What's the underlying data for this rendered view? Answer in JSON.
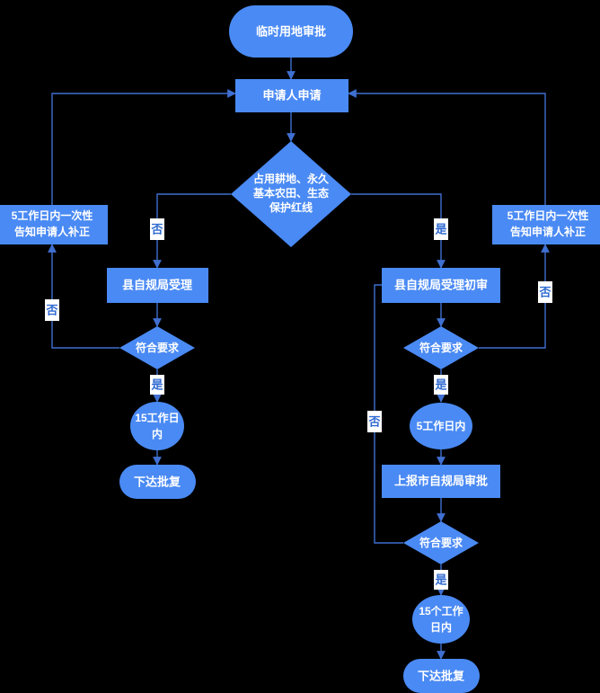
{
  "diagram": {
    "title": "临时用地审批",
    "background_color": "#000000",
    "node_fill": "#4a8af4",
    "node_text_color": "#ffffff",
    "connector_color": "#3f6fd0",
    "label_text_color": "#2f6ad1",
    "label_bg_color": "#ffffff"
  },
  "nodes": {
    "start": {
      "label": "临时用地审批",
      "shape": "rounded-terminator"
    },
    "apply": {
      "label": "申请人申请",
      "shape": "rectangle"
    },
    "decision_land": {
      "shape": "diamond",
      "lines": [
        "占用耕地、永久",
        "基本农田、生态",
        "保护红线"
      ]
    },
    "left_correct": {
      "shape": "rectangle",
      "lines": [
        "5工作日内一次性",
        "告知申请人补正"
      ]
    },
    "right_correct": {
      "shape": "rectangle",
      "lines": [
        "5工作日内一次性",
        "告知申请人补正"
      ]
    },
    "county_accept": {
      "label": "县自规局受理",
      "shape": "rectangle"
    },
    "county_accept_review": {
      "label": "县自规局受理初审",
      "shape": "rectangle"
    },
    "left_meets": {
      "label": "符合要求",
      "shape": "diamond"
    },
    "right_meets": {
      "label": "符合要求",
      "shape": "diamond"
    },
    "city_meets": {
      "label": "符合要求",
      "shape": "diamond"
    },
    "left_days": {
      "shape": "ellipse",
      "lines": [
        "15工作日",
        "内"
      ]
    },
    "right_days": {
      "shape": "ellipse",
      "lines": [
        "5工作日内"
      ]
    },
    "city_days": {
      "shape": "ellipse",
      "lines": [
        "15个工作",
        "日内"
      ]
    },
    "report_city": {
      "label": "上报市自规局审批",
      "shape": "rectangle"
    },
    "left_reply": {
      "label": "下达批复",
      "shape": "rounded-terminator"
    },
    "city_reply": {
      "label": "下达批复",
      "shape": "rounded-terminator"
    }
  },
  "edge_labels": {
    "branch_no_left": "否",
    "branch_yes_right": "是",
    "left_meets_no": "否",
    "left_meets_yes": "是",
    "right_meets_no": "否",
    "right_meets_yes": "是",
    "city_meets_no": "否",
    "city_meets_yes": "是"
  }
}
